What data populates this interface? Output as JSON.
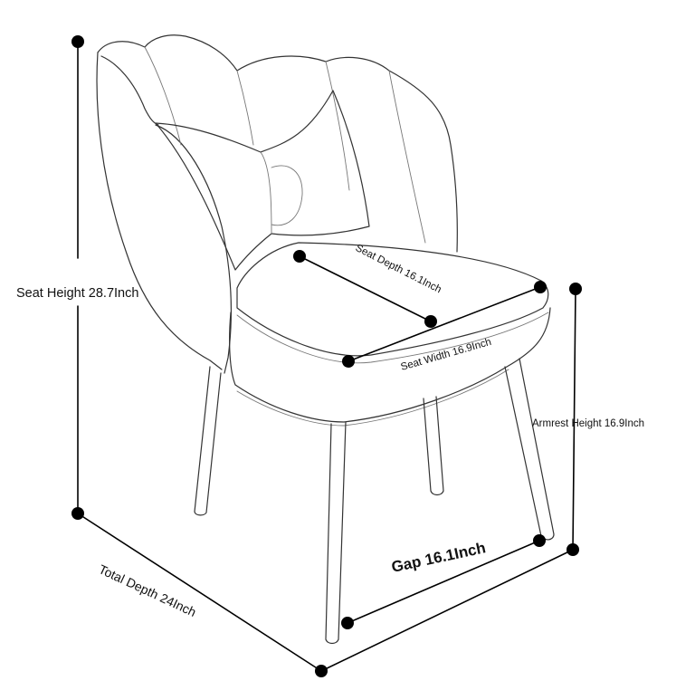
{
  "labels": {
    "seat_height": "Seat Height 28.7Inch",
    "seat_depth": "Seat Depth 16.1Inch",
    "seat_width": "Seat Width 16.9Inch",
    "armrest_height": "Armrest Height 16.9Inch",
    "gap": "Gap 16.1Inch",
    "total_depth": "Total Depth 24Inch"
  },
  "colors": {
    "line": "#000000",
    "sketch": "#333333",
    "background": "#ffffff"
  }
}
